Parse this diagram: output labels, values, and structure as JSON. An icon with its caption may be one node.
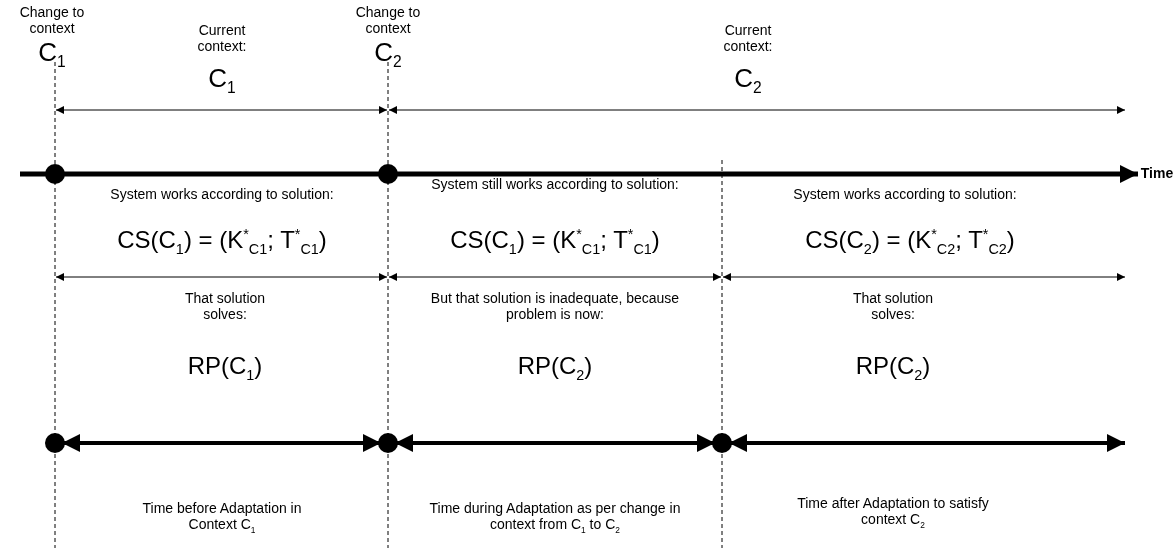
{
  "diagram": {
    "labels": [
      "Change to context",
      "C$_{1}$",
      "Current context:",
      "C$_{1}$",
      "Change to context",
      "C$_{2}$",
      "Current context:",
      "C$_{2}$",
      "Time",
      "System works according to solution:",
      "System still works according to solution:",
      "System works according to solution:",
      "CS(C$_{1}$) = (K$^{*}$$_{C1}$; T$^{*}$$_{C1}$)",
      "CS(C$_{1}$) = (K$^{*}$$_{C1}$; T$^{*}$$_{C1}$)",
      "CS(C$_{2}$) = (K$^{*}$$_{C2}$; T$^{*}$$_{C2}$)",
      "That solution solves:",
      "But that solution is inadequate, because problem is now:",
      "That solution solves:",
      "RP(C$_{1}$)",
      "RP(C$_{2}$)",
      "RP(C$_{2}$)",
      "Time before Adaptation in Context C$_{1}$",
      "Time during Adaptation as per change in context from C$_{1}$ to C$_{2}$",
      "Time after Adaptation to satisfy context C$_{2}$"
    ]
  }
}
